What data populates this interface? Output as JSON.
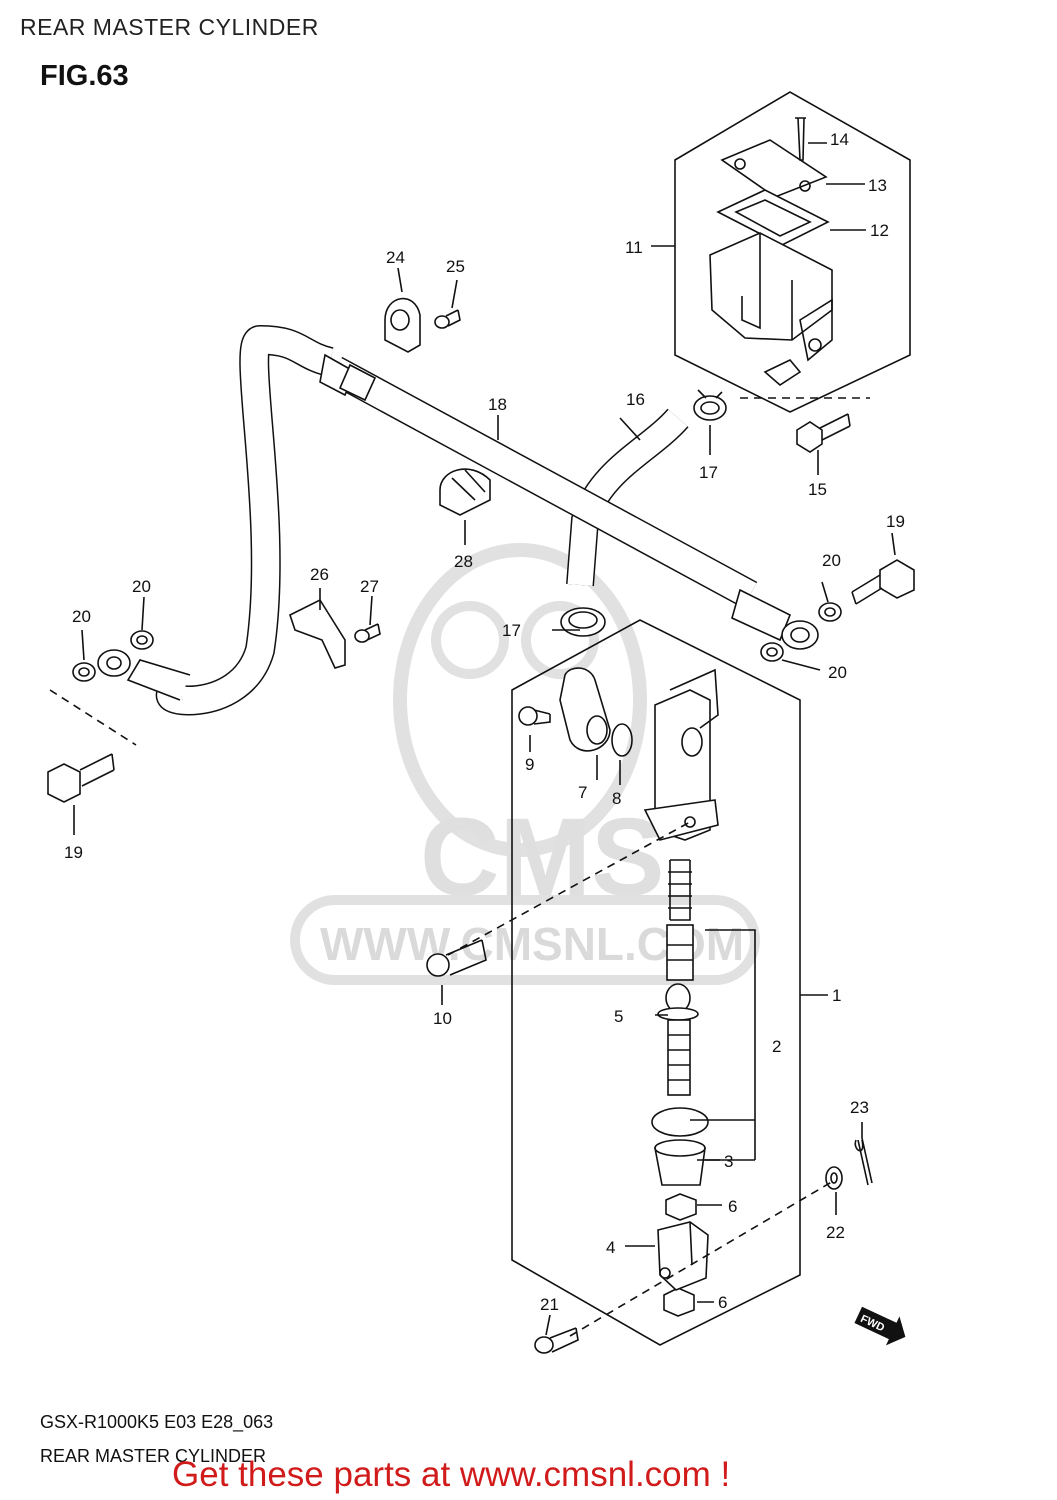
{
  "header": {
    "title": "REAR MASTER CYLINDER",
    "figure": "FIG.63"
  },
  "watermark": {
    "logo_text": "CMS",
    "url": "WWW.CMSNL.COM"
  },
  "callouts": [
    "1",
    "2",
    "3",
    "4",
    "5",
    "6",
    "6",
    "7",
    "8",
    "9",
    "10",
    "11",
    "12",
    "13",
    "14",
    "15",
    "16",
    "17",
    "17",
    "18",
    "19",
    "19",
    "20",
    "20",
    "20",
    "20",
    "21",
    "22",
    "23",
    "24",
    "25",
    "26",
    "27",
    "28"
  ],
  "fwd_badge": "FWD",
  "footer": {
    "model_code": "GSX-R1000K5 E03 E28_063",
    "diagram_name": "REAR MASTER CYLINDER",
    "cta": "Get these parts at www.cmsnl.com !"
  },
  "colors": {
    "line": "#111111",
    "watermark": "#d9d9d9",
    "cta": "#d11b1b"
  }
}
